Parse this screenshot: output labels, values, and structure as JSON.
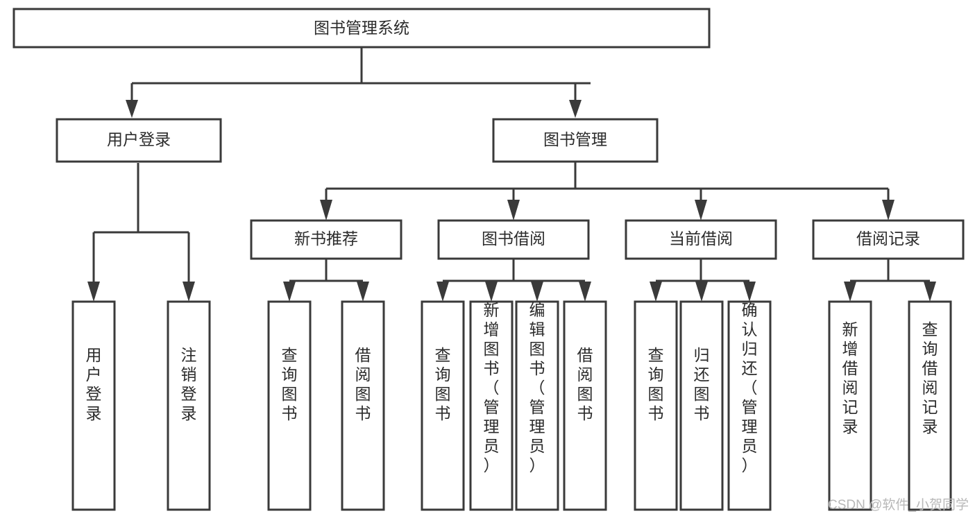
{
  "diagram": {
    "title": "图书管理系统",
    "type": "tree",
    "colors": {
      "stroke": "#3a3a3a",
      "fill": "#ffffff",
      "text": "#2b2b2b",
      "watermark": "#b8b8b8",
      "background": "#ffffff"
    },
    "root": {
      "label": "图书管理系统"
    },
    "level2": [
      {
        "label": "用户登录"
      },
      {
        "label": "图书管理"
      }
    ],
    "level3": [
      {
        "label": "新书推荐"
      },
      {
        "label": "图书借阅"
      },
      {
        "label": "当前借阅"
      },
      {
        "label": "借阅记录"
      }
    ],
    "leaves": {
      "user_login": [
        {
          "label": "用户登录"
        },
        {
          "label": "注销登录"
        }
      ],
      "new_book_recommend": [
        {
          "label": "查询图书"
        },
        {
          "label": "借阅图书"
        }
      ],
      "book_borrow": [
        {
          "label": "查询图书"
        },
        {
          "label": "新增图书（管理员）"
        },
        {
          "label": "编辑图书（管理员）"
        },
        {
          "label": "借阅图书"
        }
      ],
      "current_borrow": [
        {
          "label": "查询图书"
        },
        {
          "label": "归还图书"
        },
        {
          "label": "确认归还（管理员）"
        }
      ],
      "borrow_record": [
        {
          "label": "新增借阅记录"
        },
        {
          "label": "查询借阅记录"
        }
      ]
    },
    "watermark": "CSDN @软件_小贺同学"
  }
}
